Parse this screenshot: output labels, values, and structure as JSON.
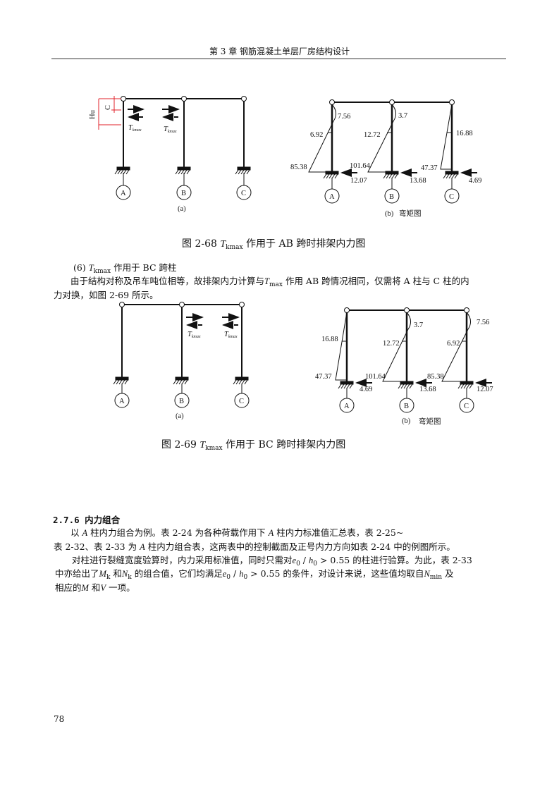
{
  "header": {
    "title": "第 3 章  钢筋混凝土单层厂房结构设计"
  },
  "fig68": {
    "a": {
      "dim_hu": "Hu",
      "dim_c": "C",
      "load": "T",
      "load_sub": "kmax",
      "cols": [
        "A",
        "B",
        "C"
      ],
      "sublabel": "(a)"
    },
    "b": {
      "labels": [
        "7.56",
        "6.92",
        "85.38",
        "12.07",
        "3.7",
        "12.72",
        "101.64",
        "13.68",
        "16.88",
        "47.37",
        "4.69"
      ],
      "cols": [
        "A",
        "B",
        "C"
      ],
      "sublabel": "(b)",
      "subtitle": "弯矩图"
    },
    "caption": {
      "prefix": "图 2-68",
      "T": "T",
      "sub": "kmax",
      "suffix": "作用于 AB 跨时排架内力图"
    }
  },
  "item6": {
    "prefix": "(6)",
    "T": "T",
    "sub": "kmax",
    "suffix": "作用于 BC 跨柱"
  },
  "para1": {
    "line1a": "由于结构对称及吊车吨位相等，故排架内力计算与",
    "T": "T",
    "sub": "max",
    "line1b": "作用 AB 跨情况相同，仅需将 A 柱与 C 柱的内",
    "line2": "力对换，如图 2-69 所示。"
  },
  "fig69": {
    "a": {
      "load": "T",
      "load_sub": "kmax",
      "cols": [
        "A",
        "B",
        "C"
      ],
      "sublabel": "(a)"
    },
    "b": {
      "labels": [
        "16.88",
        "47.37",
        "4.69",
        "3.7",
        "12.72",
        "101.64",
        "13.68",
        "7.56",
        "6.92",
        "85.38",
        "12.07"
      ],
      "cols": [
        "A",
        "B",
        "C"
      ],
      "sublabel": "(b)",
      "subtitle": "弯矩图"
    },
    "caption": {
      "prefix": "图 2-69",
      "T": "T",
      "sub": "kmax",
      "suffix": "作用于 BC 跨时排架内力图"
    }
  },
  "section": {
    "heading": "2.7.6 内力组合",
    "p1": {
      "a": "以",
      "A": "A",
      "b": "柱内力组合为例。表 2-24 为各种荷载作用下",
      "c": "柱内力标准值汇总表，表 2-25~"
    },
    "p2": {
      "a": "表 2-32、表 2-33 为",
      "A": "A",
      "b": "柱内力组合表，这两表中的控制截面及正号内力方向如表 2-24 中的例图所示。"
    },
    "p3": {
      "a": "对柱进行裂缝宽度验算时，内力采用标准值，同时只需对",
      "e": "e",
      "e_sub": "0",
      "slash": " / ",
      "h": "h",
      "h_sub": "0",
      "gt": " > 0.55",
      "b": "的柱进行验算。为此，表 2-33"
    },
    "p4": {
      "a": "中亦给出了",
      "M": "M",
      "M_sub": "k",
      "and": "和",
      "N": "N",
      "N_sub": "k",
      "b": "的组合值，它们均满足",
      "e": "e",
      "e_sub": "0",
      "slash": " / ",
      "h": "h",
      "h_sub": "0",
      "gt": " > 0.55",
      "c": "的条件，对设计来说，这些值均取自",
      "Nmin": "N",
      "Nmin_sub": "min",
      "d": "及"
    },
    "p5": {
      "a": "相应的",
      "M": "M",
      "and": "和",
      "V": "V",
      "b": "一项。"
    }
  },
  "page_number": "78"
}
